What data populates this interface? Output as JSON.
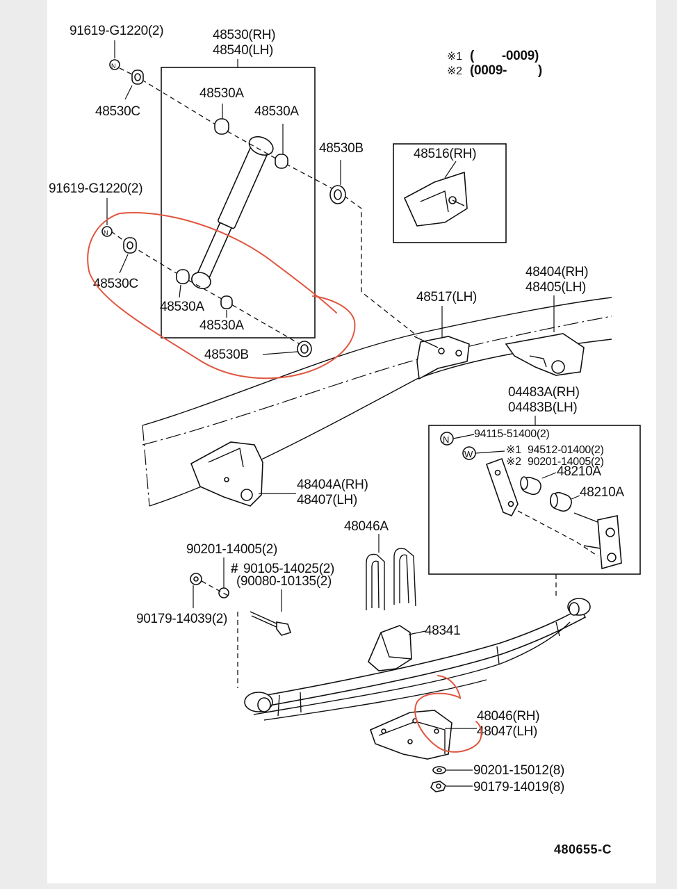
{
  "notes": {
    "note1_mark": "※1",
    "note1_text": "(        -0009)",
    "note2_mark": "※2",
    "note2_text": "(0009-         )"
  },
  "labels": {
    "bolt_top": "91619-G1220(2)",
    "bolt_mid": "91619-G1220(2)",
    "absorber_rh": "48530(RH)",
    "absorber_lh": "48540(LH)",
    "cushion_c_top": "48530C",
    "cushion_c_mid": "48530C",
    "cushion_a_1": "48530A",
    "cushion_a_2": "48530A",
    "cushion_a_3": "48530A",
    "cushion_a_4": "48530A",
    "retainer_b_top": "48530B",
    "retainer_b_bottom": "48530B",
    "bracket_48516": "48516(RH)",
    "bracket_48517": "48517(LH)",
    "hanger_rh": "48404(RH)",
    "hanger_lh": "48405(LH)",
    "shackle_rh": "04483A(RH)",
    "shackle_lh": "04483B(LH)",
    "shackle_nut": "94115-51400(2)",
    "shackle_washer_mark": "※1",
    "shackle_washer": "94512-01400(2)",
    "shackle_washer2_mark": "※2",
    "shackle_washer2": "90201-14005(2)",
    "bushing_1": "48210A",
    "bushing_2": "48210A",
    "front_hanger_rh": "48404A(RH)",
    "front_hanger_lh": "48407(LH)",
    "ubolt": "48046A",
    "washer_90201": "90201-14005(2)",
    "bolt_hash": "#",
    "bolt_90105": "90105-14025(2)",
    "bolt_90080": "(90080-10135(2)",
    "nut_90179": "90179-14039(2)",
    "spacer_48341": "48341",
    "seat_rh": "48046(RH)",
    "seat_lh": "48047(LH)",
    "washer_8": "90201-15012(8)",
    "nut_8": "90179-14019(8)",
    "figure_code": "480655-C",
    "n_mark": "N",
    "w_mark": "W"
  },
  "colors": {
    "annotation": "#e0563f",
    "line": "#111111",
    "paper": "#ffffff",
    "margin": "#ececec"
  }
}
